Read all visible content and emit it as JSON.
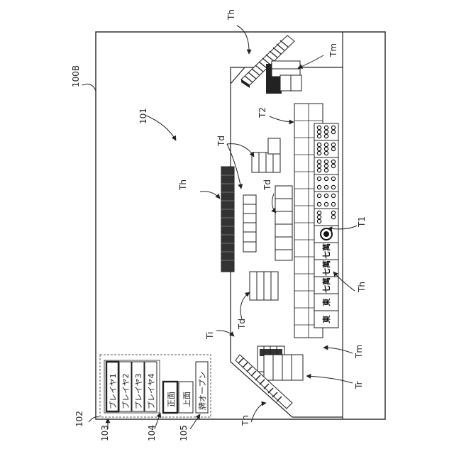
{
  "figure": {
    "labels": {
      "screen": "100B",
      "field": "101",
      "player_panel": "102",
      "player_buttons": "103",
      "view_buttons": "104",
      "open_button": "105",
      "th_top": "Th",
      "th_center": "Th",
      "th_right": "Th",
      "th_bottom": "Th",
      "tm_top": "Tm",
      "tm_bottom": "Tm",
      "t2": "T2",
      "t1": "T1",
      "td_top": "Td",
      "td_center": "Td",
      "td_bottom": "Td",
      "ti": "Ti",
      "tr": "Tr"
    },
    "player_buttons": [
      "プレイヤ1",
      "プレイヤ2",
      "プレイヤ3",
      "プレイヤ4"
    ],
    "view_buttons": [
      "正面",
      "上面"
    ],
    "open_button": "牌オープン",
    "hand_tiles": [
      "東",
      "東",
      "七萬",
      "七萬",
      "七萬",
      "●",
      "5p",
      "6p",
      "6p",
      "8p",
      "8p",
      "8p"
    ]
  }
}
